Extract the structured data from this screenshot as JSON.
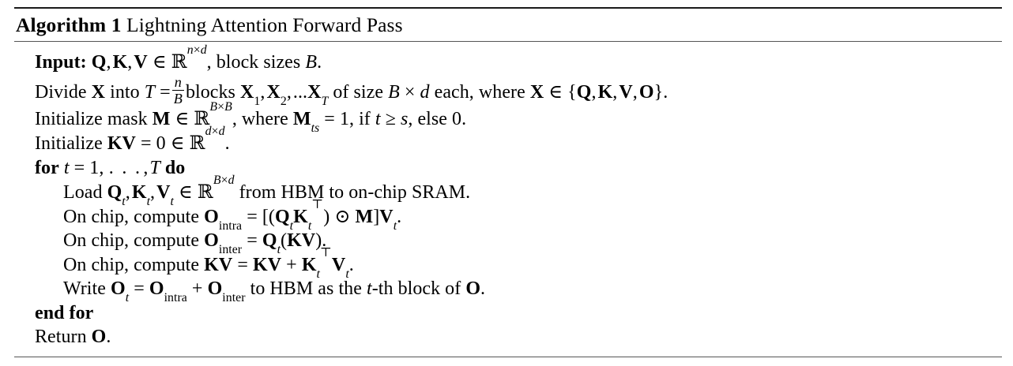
{
  "algorithm": {
    "caption_keyword": "Algorithm 1",
    "caption_title": "Lightning Attention Forward Pass",
    "lines": [
      {
        "id": "input",
        "indent": 1,
        "text": "Input: Q, K, V ∈ ℝ^{n×d}, block sizes B."
      },
      {
        "id": "divide",
        "indent": 1,
        "text": "Divide X into T = n/B blocks X_1, X_2, ...X_T of size B × d each, where X ∈ {Q, K, V, O}."
      },
      {
        "id": "init-mask",
        "indent": 1,
        "text": "Initialize mask M ∈ ℝ^{B×B}, where M_{ts} = 1, if t ≥ s, else 0."
      },
      {
        "id": "init-kv",
        "indent": 1,
        "text": "Initialize KV = 0 ∈ ℝ^{d×d}."
      },
      {
        "id": "for",
        "indent": 1,
        "text": "for t = 1, . . . , T do"
      },
      {
        "id": "load",
        "indent": 2,
        "text": "Load Q_t, K_t, V_t ∈ ℝ^{B×d} from HBM to on-chip SRAM."
      },
      {
        "id": "compute-intra",
        "indent": 2,
        "text": "On chip, compute O_intra = [(Q_t K_t^⊤) ⊙ M]V_t."
      },
      {
        "id": "compute-inter",
        "indent": 2,
        "text": "On chip, compute O_inter = Q_t(KV)."
      },
      {
        "id": "compute-kv",
        "indent": 2,
        "text": "On chip, compute KV = KV + K_t^⊤ V_t."
      },
      {
        "id": "write",
        "indent": 2,
        "text": "Write O_t = O_intra + O_inter to HBM as the t-th block of O."
      },
      {
        "id": "end-for",
        "indent": 1,
        "text": "end for"
      },
      {
        "id": "return",
        "indent": 1,
        "text": "Return O."
      }
    ],
    "symbols": {
      "elem_of": "∈",
      "real_numbers": "ℝ",
      "times": "×",
      "hadamard": "⊙",
      "transpose": "⊤",
      "geq": "≥",
      "ellipsis": ". . .",
      "equals": "=",
      "plus": "+"
    },
    "keywords": {
      "input": "Input:",
      "for": "for",
      "do": "do",
      "end_for": "end for",
      "return": "Return"
    },
    "colors": {
      "text": "#000000",
      "rule_thick": "#1a1a1a",
      "rule_thin": "#555555",
      "background": "#ffffff"
    }
  }
}
